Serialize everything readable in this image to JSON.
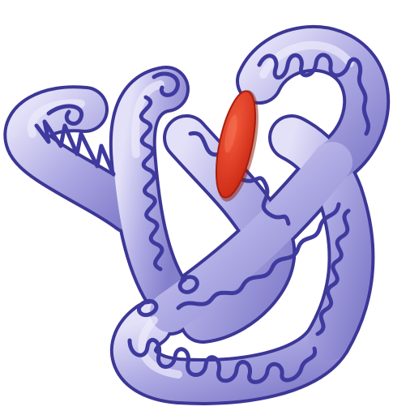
{
  "colors": {
    "background": "#ffffff",
    "tube_light": "#d9d7f4",
    "tube_mid": "#a9a6e2",
    "tube_dark": "#7d78c8",
    "tube_outline": "#3c3796",
    "helix": "#3f3a9e",
    "heme": "#e0321b"
  },
  "illustration": {
    "subject": "protein-backbone-tube-with-heme",
    "elements": [
      {
        "name": "protein-tube",
        "icon": "tube-ribbon-icon"
      },
      {
        "name": "alpha-helices",
        "icon": "helix-coil-icon"
      },
      {
        "name": "heme-group",
        "icon": "red-disc-icon"
      }
    ]
  }
}
